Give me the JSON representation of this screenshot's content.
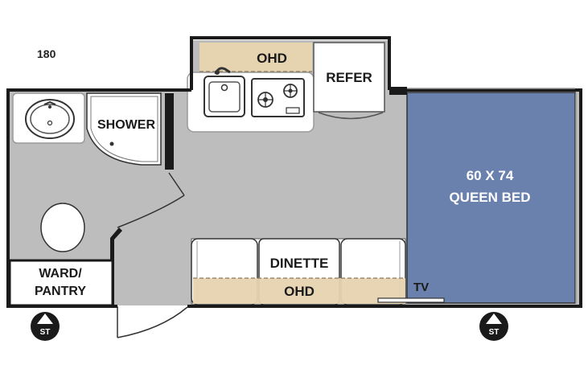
{
  "model_number": "180",
  "labels": {
    "ohd_top": "OHD",
    "refer": "REFER",
    "shower": "SHOWER",
    "bed_size": "60 X 74",
    "bed_name": "QUEEN BED",
    "dinette": "DINETTE",
    "ohd_bottom": "OHD",
    "tv": "TV",
    "ward_line1": "WARD/",
    "ward_line2": "PANTRY",
    "stabilizer_left": "ST",
    "stabilizer_right": "ST"
  },
  "colors": {
    "wall": "#1a1a1a",
    "floor": "#bdbdbd",
    "bed": "#6b81ad",
    "cabinet": "#e6d3b0",
    "fixture": "#ffffff"
  }
}
